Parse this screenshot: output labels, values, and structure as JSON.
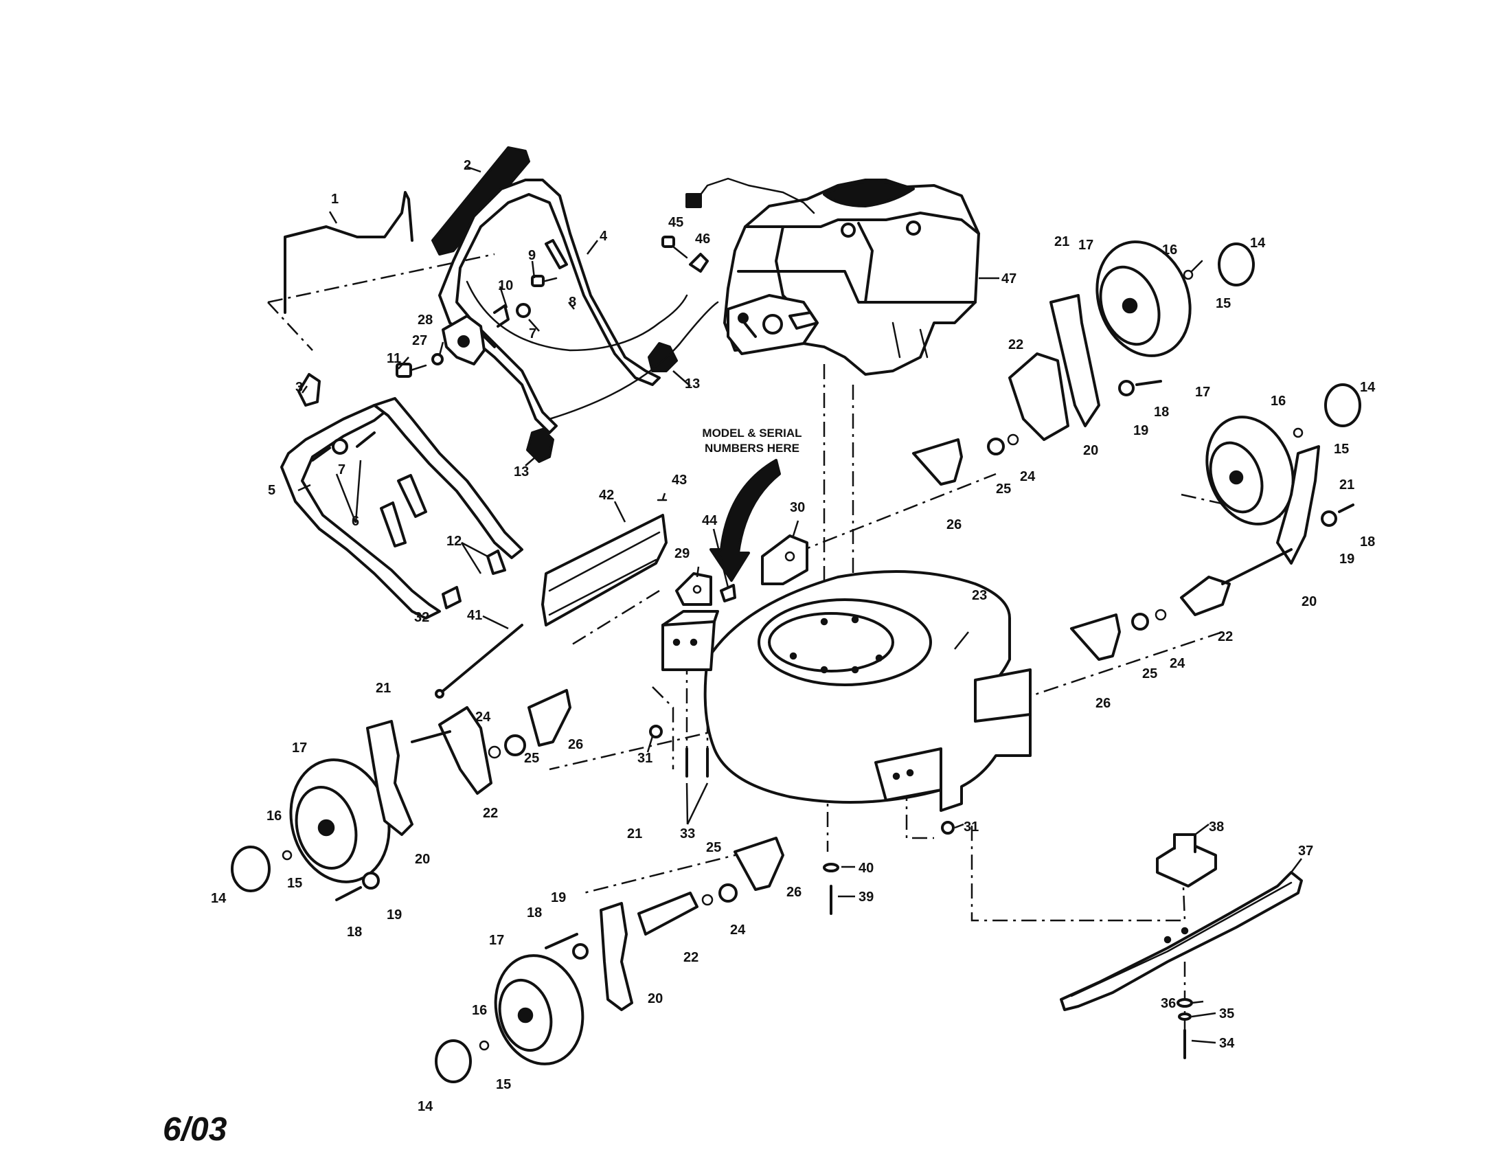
{
  "diagram": {
    "callouts": {
      "c1": "1",
      "c2": "2",
      "c3": "3",
      "c4": "4",
      "c5": "5",
      "c6": "6",
      "c7": "7",
      "c8": "8",
      "c9": "9",
      "c10": "10",
      "c11": "11",
      "c12": "12",
      "c13": "13",
      "c14": "14",
      "c15": "15",
      "c16": "16",
      "c17": "17",
      "c18": "18",
      "c19": "19",
      "c20": "20",
      "c21": "21",
      "c22": "22",
      "c23": "23",
      "c24": "24",
      "c25": "25",
      "c26": "26",
      "c27": "27",
      "c28": "28",
      "c29": "29",
      "c30": "30",
      "c31": "31",
      "c32": "32",
      "c33": "33",
      "c34": "34",
      "c35": "35",
      "c36": "36",
      "c37": "37",
      "c38": "38",
      "c39": "39",
      "c40": "40",
      "c41": "41",
      "c42": "42",
      "c43": "43",
      "c44": "44",
      "c45": "45",
      "c46": "46",
      "c47": "47"
    },
    "note_line1": "MODEL & SERIAL",
    "note_line2": "NUMBERS HERE",
    "date_stamp": "6/03"
  }
}
